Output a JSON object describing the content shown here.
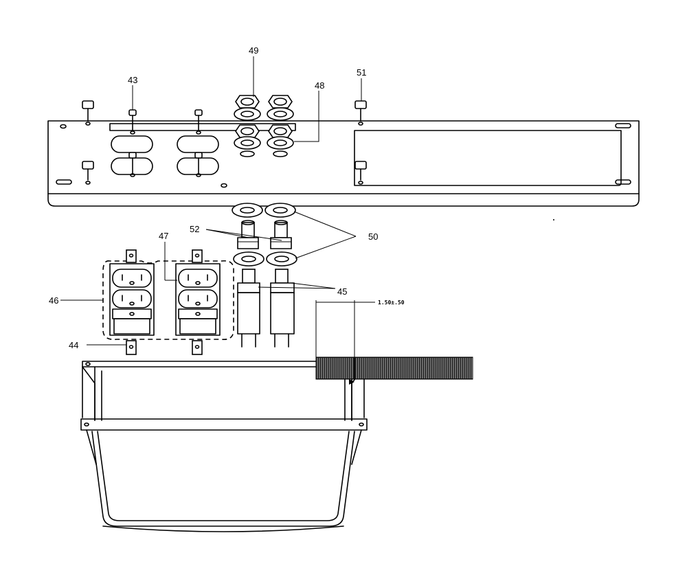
{
  "callouts": {
    "c43": "43",
    "c44": "44",
    "c45": "45",
    "c46": "46",
    "c47": "47",
    "c48": "48",
    "c49": "49",
    "c50": "50",
    "c51": "51",
    "c52": "52"
  },
  "dimension": {
    "wire_strip_length": "1.50±.50"
  }
}
